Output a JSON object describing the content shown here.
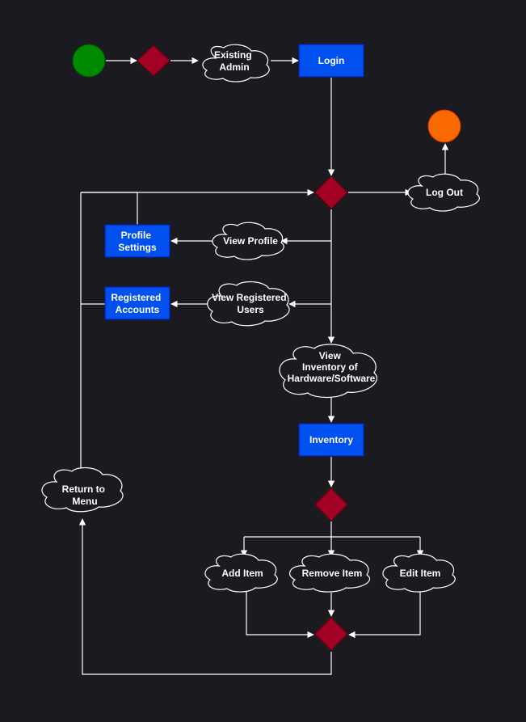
{
  "colors": {
    "background": "#1b1a21",
    "start_node": "#008a00",
    "end_node": "#fa6800",
    "decision": "#a20025",
    "process": "#0050ef",
    "line": "#ffffff"
  },
  "nodes": {
    "existing_admin": [
      "Existing",
      "Admin"
    ],
    "login": [
      "Login"
    ],
    "log_out": [
      "Log Out"
    ],
    "view_profile": [
      "View Profile"
    ],
    "profile_settings": [
      "Profile",
      "Settings"
    ],
    "view_registered_users": [
      "View Registered",
      "Users"
    ],
    "registered_accounts": [
      "Registered",
      "Accounts"
    ],
    "view_inventory": [
      "View",
      "Inventory of",
      "Hardware/Software"
    ],
    "inventory": [
      "Inventory"
    ],
    "add_item": [
      "Add Item"
    ],
    "remove_item": [
      "Remove Item"
    ],
    "edit_item": [
      "Edit Item"
    ],
    "return_to_menu": [
      "Return to",
      "Menu"
    ]
  }
}
